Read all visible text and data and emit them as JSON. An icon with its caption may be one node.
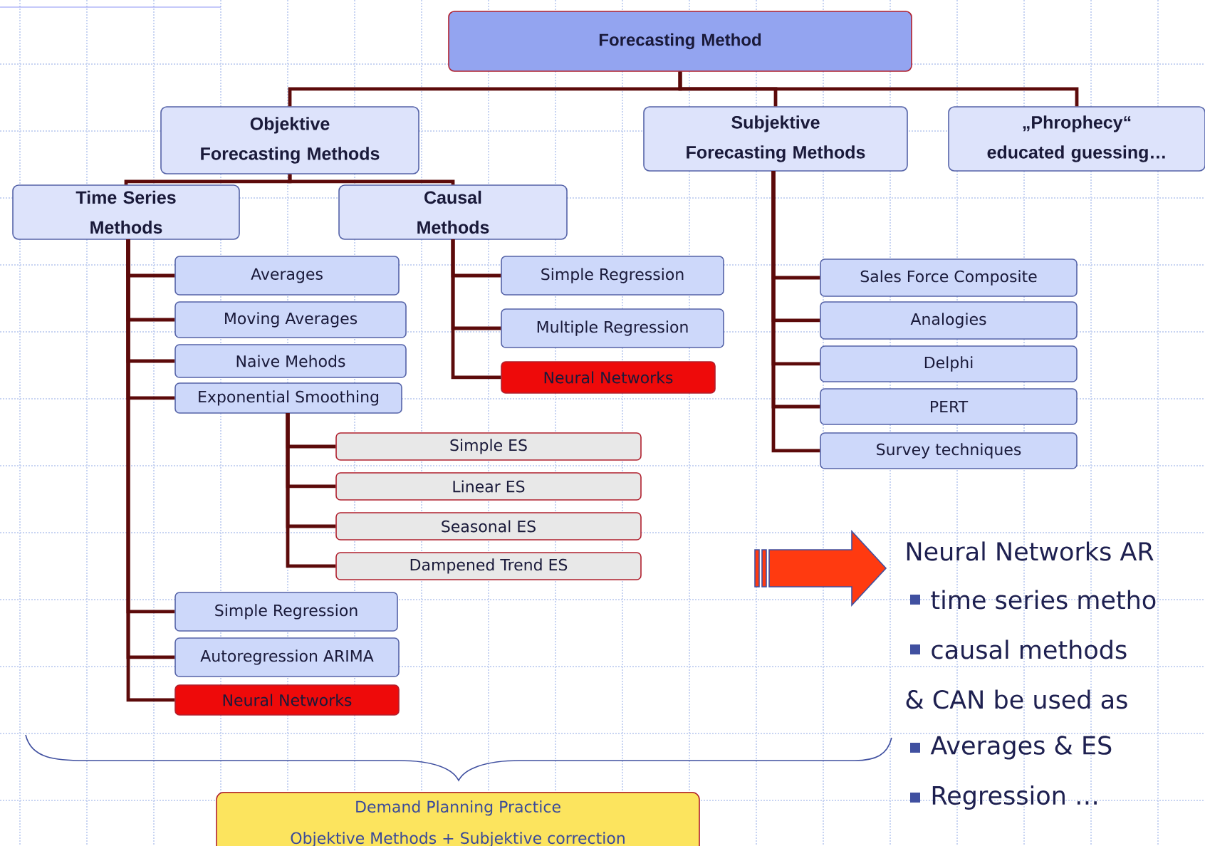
{
  "diagram": {
    "nodes": [
      {
        "text": [
          "Forecasting Method"
        ]
      },
      {
        "text": [
          "Objektive Forecasting Methods"
        ]
      },
      {
        "text": [
          "Subjektive Forecasting Methods"
        ]
      },
      {
        "text": [
          "„Phrophecy“ educated guessing…"
        ]
      },
      {
        "text": [
          "Time Series Methods"
        ]
      },
      {
        "text": [
          "Causal Methods"
        ]
      },
      {
        "text": [
          "Averages"
        ]
      },
      {
        "text": [
          "Moving Averages"
        ]
      },
      {
        "text": [
          "Naive Mehods"
        ]
      },
      {
        "text": [
          "Exponential Smoothing"
        ]
      },
      {
        "text": [
          "Simple ES"
        ]
      },
      {
        "text": [
          "Linear ES"
        ]
      },
      {
        "text": [
          "Seasonal ES"
        ]
      },
      {
        "text": [
          "Dampened Trend ES"
        ]
      },
      {
        "text": [
          "Simple Regression"
        ]
      },
      {
        "text": [
          "Autoregression ARIMA"
        ]
      },
      {
        "text": [
          "Neural Networks"
        ]
      },
      {
        "text": [
          "Simple Regression"
        ]
      },
      {
        "text": [
          "Multiple Regression"
        ]
      },
      {
        "text": [
          "Neural Networks"
        ]
      },
      {
        "text": [
          "Sales Force Composite"
        ]
      },
      {
        "text": [
          "Analogies"
        ]
      },
      {
        "text": [
          "Delphi"
        ]
      },
      {
        "text": [
          "PERT"
        ]
      },
      {
        "text": [
          "Survey techniques"
        ]
      },
      {
        "text": [
          "Demand Planning Practice",
          "Objektive Methods + Subjektive correction"
        ]
      }
    ],
    "edges": [
      {
        "from": 0,
        "to": 1,
        "arrow": "none"
      },
      {
        "from": 0,
        "to": 2,
        "arrow": "none"
      },
      {
        "from": 0,
        "to": 3,
        "arrow": "none"
      },
      {
        "from": 1,
        "to": 4,
        "arrow": "none"
      },
      {
        "from": 1,
        "to": 5,
        "arrow": "none"
      },
      {
        "from": 4,
        "to": 6,
        "arrow": "none"
      },
      {
        "from": 4,
        "to": 7,
        "arrow": "none"
      },
      {
        "from": 4,
        "to": 8,
        "arrow": "none"
      },
      {
        "from": 4,
        "to": 9,
        "arrow": "none"
      },
      {
        "from": 9,
        "to": 10,
        "arrow": "none"
      },
      {
        "from": 9,
        "to": 11,
        "arrow": "none"
      },
      {
        "from": 9,
        "to": 12,
        "arrow": "none"
      },
      {
        "from": 9,
        "to": 13,
        "arrow": "none"
      },
      {
        "from": 4,
        "to": 14,
        "arrow": "none"
      },
      {
        "from": 4,
        "to": 15,
        "arrow": "none"
      },
      {
        "from": 4,
        "to": 16,
        "arrow": "none"
      },
      {
        "from": 5,
        "to": 17,
        "arrow": "none"
      },
      {
        "from": 5,
        "to": 18,
        "arrow": "none"
      },
      {
        "from": 5,
        "to": 19,
        "arrow": "none"
      },
      {
        "from": 2,
        "to": 20,
        "arrow": "none"
      },
      {
        "from": 2,
        "to": 21,
        "arrow": "none"
      },
      {
        "from": 2,
        "to": 22,
        "arrow": "none"
      },
      {
        "from": 2,
        "to": 23,
        "arrow": "none"
      },
      {
        "from": 2,
        "to": 24,
        "arrow": "none"
      }
    ],
    "labels": [
      "Neural Networks AR",
      "time series metho",
      "causal methods",
      "& CAN be used as",
      "Averages & ES",
      "Regression …"
    ]
  }
}
